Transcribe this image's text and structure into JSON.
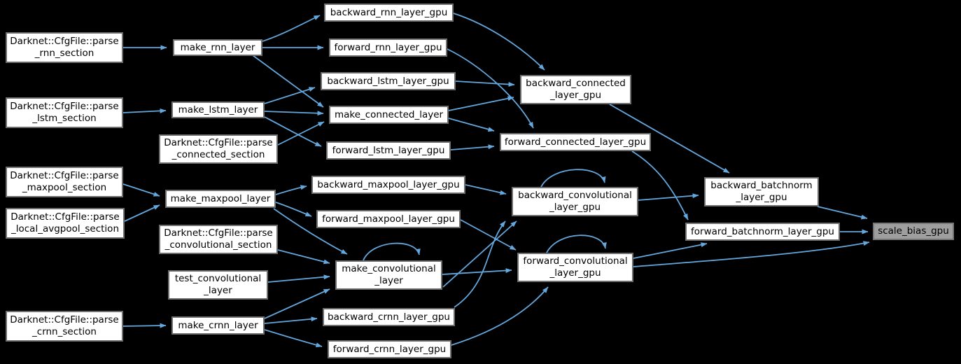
{
  "diagram": {
    "type": "doxygen-caller-graph",
    "focus_node": "scale_bias_gpu"
  },
  "colors": {
    "background": "#000000",
    "node_fill": "#ffffff",
    "node_border": "#6e6e6e",
    "highlight_node_fill": "#9e9e9e",
    "edge": "#63a7dd",
    "text": "#000000"
  },
  "nodes": [
    {
      "id": "parse_rnn_section",
      "label": "Darknet::CfgFile::parse\n_rnn_section"
    },
    {
      "id": "parse_lstm_section",
      "label": "Darknet::CfgFile::parse\n_lstm_section"
    },
    {
      "id": "parse_connected_section",
      "label": "Darknet::CfgFile::parse\n_connected_section"
    },
    {
      "id": "parse_maxpool_section",
      "label": "Darknet::CfgFile::parse\n_maxpool_section"
    },
    {
      "id": "parse_local_avgpool_section",
      "label": "Darknet::CfgFile::parse\n_local_avgpool_section"
    },
    {
      "id": "parse_convolutional_section",
      "label": "Darknet::CfgFile::parse\n_convolutional_section"
    },
    {
      "id": "parse_crnn_section",
      "label": "Darknet::CfgFile::parse\n_crnn_section"
    },
    {
      "id": "make_rnn_layer",
      "label": "make_rnn_layer"
    },
    {
      "id": "make_lstm_layer",
      "label": "make_lstm_layer"
    },
    {
      "id": "make_maxpool_layer",
      "label": "make_maxpool_layer"
    },
    {
      "id": "test_convolutional_layer",
      "label": "test_convolutional\n_layer"
    },
    {
      "id": "make_crnn_layer",
      "label": "make_crnn_layer"
    },
    {
      "id": "backward_rnn_layer_gpu",
      "label": "backward_rnn_layer_gpu"
    },
    {
      "id": "forward_rnn_layer_gpu",
      "label": "forward_rnn_layer_gpu"
    },
    {
      "id": "backward_lstm_layer_gpu",
      "label": "backward_lstm_layer_gpu"
    },
    {
      "id": "make_connected_layer",
      "label": "make_connected_layer"
    },
    {
      "id": "forward_lstm_layer_gpu",
      "label": "forward_lstm_layer_gpu"
    },
    {
      "id": "backward_maxpool_layer_gpu",
      "label": "backward_maxpool_layer_gpu"
    },
    {
      "id": "forward_maxpool_layer_gpu",
      "label": "forward_maxpool_layer_gpu"
    },
    {
      "id": "make_convolutional_layer",
      "label": "make_convolutional\n_layer"
    },
    {
      "id": "backward_crnn_layer_gpu",
      "label": "backward_crnn_layer_gpu"
    },
    {
      "id": "forward_crnn_layer_gpu",
      "label": "forward_crnn_layer_gpu"
    },
    {
      "id": "backward_connected_layer_gpu",
      "label": "backward_connected\n_layer_gpu"
    },
    {
      "id": "forward_connected_layer_gpu",
      "label": "forward_connected_layer_gpu"
    },
    {
      "id": "backward_convolutional_layer_gpu",
      "label": "backward_convolutional\n_layer_gpu"
    },
    {
      "id": "forward_convolutional_layer_gpu",
      "label": "forward_convolutional\n_layer_gpu"
    },
    {
      "id": "backward_batchnorm_layer_gpu",
      "label": "backward_batchnorm\n_layer_gpu"
    },
    {
      "id": "forward_batchnorm_layer_gpu",
      "label": "forward_batchnorm_layer_gpu"
    },
    {
      "id": "scale_bias_gpu",
      "label": "scale_bias_gpu"
    }
  ],
  "edges": [
    {
      "from": "parse_rnn_section",
      "to": "make_rnn_layer"
    },
    {
      "from": "parse_lstm_section",
      "to": "make_lstm_layer"
    },
    {
      "from": "parse_maxpool_section",
      "to": "make_maxpool_layer"
    },
    {
      "from": "parse_local_avgpool_section",
      "to": "make_maxpool_layer"
    },
    {
      "from": "parse_crnn_section",
      "to": "make_crnn_layer"
    },
    {
      "from": "parse_connected_section",
      "to": "make_connected_layer"
    },
    {
      "from": "parse_convolutional_section",
      "to": "make_convolutional_layer"
    },
    {
      "from": "test_convolutional_layer",
      "to": "make_convolutional_layer"
    },
    {
      "from": "make_crnn_layer",
      "to": "make_convolutional_layer"
    },
    {
      "from": "make_rnn_layer",
      "to": "backward_rnn_layer_gpu"
    },
    {
      "from": "make_rnn_layer",
      "to": "forward_rnn_layer_gpu"
    },
    {
      "from": "make_rnn_layer",
      "to": "make_connected_layer"
    },
    {
      "from": "make_lstm_layer",
      "to": "backward_lstm_layer_gpu"
    },
    {
      "from": "make_lstm_layer",
      "to": "make_connected_layer"
    },
    {
      "from": "make_lstm_layer",
      "to": "forward_lstm_layer_gpu"
    },
    {
      "from": "make_maxpool_layer",
      "to": "backward_maxpool_layer_gpu"
    },
    {
      "from": "make_maxpool_layer",
      "to": "forward_maxpool_layer_gpu"
    },
    {
      "from": "make_maxpool_layer",
      "to": "make_convolutional_layer"
    },
    {
      "from": "make_crnn_layer",
      "to": "backward_crnn_layer_gpu"
    },
    {
      "from": "make_crnn_layer",
      "to": "forward_crnn_layer_gpu"
    },
    {
      "from": "backward_rnn_layer_gpu",
      "to": "backward_connected_layer_gpu"
    },
    {
      "from": "forward_rnn_layer_gpu",
      "to": "forward_connected_layer_gpu"
    },
    {
      "from": "backward_lstm_layer_gpu",
      "to": "backward_connected_layer_gpu"
    },
    {
      "from": "make_connected_layer",
      "to": "backward_connected_layer_gpu"
    },
    {
      "from": "make_connected_layer",
      "to": "forward_connected_layer_gpu"
    },
    {
      "from": "forward_lstm_layer_gpu",
      "to": "forward_connected_layer_gpu"
    },
    {
      "from": "backward_maxpool_layer_gpu",
      "to": "backward_convolutional_layer_gpu"
    },
    {
      "from": "forward_maxpool_layer_gpu",
      "to": "forward_convolutional_layer_gpu"
    },
    {
      "from": "make_convolutional_layer",
      "to": "backward_convolutional_layer_gpu"
    },
    {
      "from": "make_convolutional_layer",
      "to": "forward_convolutional_layer_gpu"
    },
    {
      "from": "make_convolutional_layer",
      "to": "make_convolutional_layer"
    },
    {
      "from": "backward_crnn_layer_gpu",
      "to": "backward_convolutional_layer_gpu"
    },
    {
      "from": "forward_crnn_layer_gpu",
      "to": "forward_convolutional_layer_gpu"
    },
    {
      "from": "backward_convolutional_layer_gpu",
      "to": "backward_convolutional_layer_gpu"
    },
    {
      "from": "forward_convolutional_layer_gpu",
      "to": "forward_convolutional_layer_gpu"
    },
    {
      "from": "backward_convolutional_layer_gpu",
      "to": "backward_batchnorm_layer_gpu"
    },
    {
      "from": "backward_connected_layer_gpu",
      "to": "backward_batchnorm_layer_gpu"
    },
    {
      "from": "forward_connected_layer_gpu",
      "to": "forward_batchnorm_layer_gpu"
    },
    {
      "from": "forward_convolutional_layer_gpu",
      "to": "forward_batchnorm_layer_gpu"
    },
    {
      "from": "forward_convolutional_layer_gpu",
      "to": "scale_bias_gpu"
    },
    {
      "from": "backward_batchnorm_layer_gpu",
      "to": "scale_bias_gpu"
    },
    {
      "from": "forward_batchnorm_layer_gpu",
      "to": "scale_bias_gpu"
    }
  ]
}
